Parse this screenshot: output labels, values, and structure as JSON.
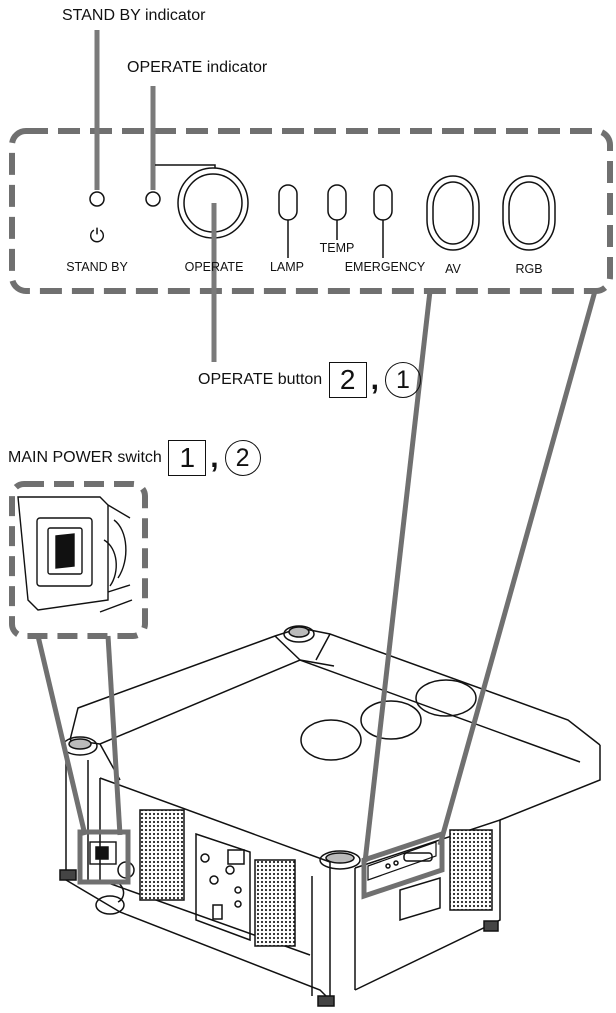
{
  "callouts": {
    "standby_indicator": "STAND BY indicator",
    "operate_indicator": "OPERATE indicator",
    "operate_button": "OPERATE button",
    "operate_button_step": "2",
    "operate_button_circled": "1",
    "main_power_switch": "MAIN POWER switch",
    "main_power_step": "1",
    "main_power_circled": "2",
    "comma": ","
  },
  "panel": {
    "standby_symbol": "⏻",
    "standby": "STAND BY",
    "operate": "OPERATE",
    "lamp": "LAMP",
    "temp": "TEMP",
    "emergency": "EMERGENCY",
    "av": "AV",
    "rgb": "RGB"
  },
  "colors": {
    "dash": "#707070",
    "line": "#111111",
    "leader": "#7a7a7a"
  }
}
